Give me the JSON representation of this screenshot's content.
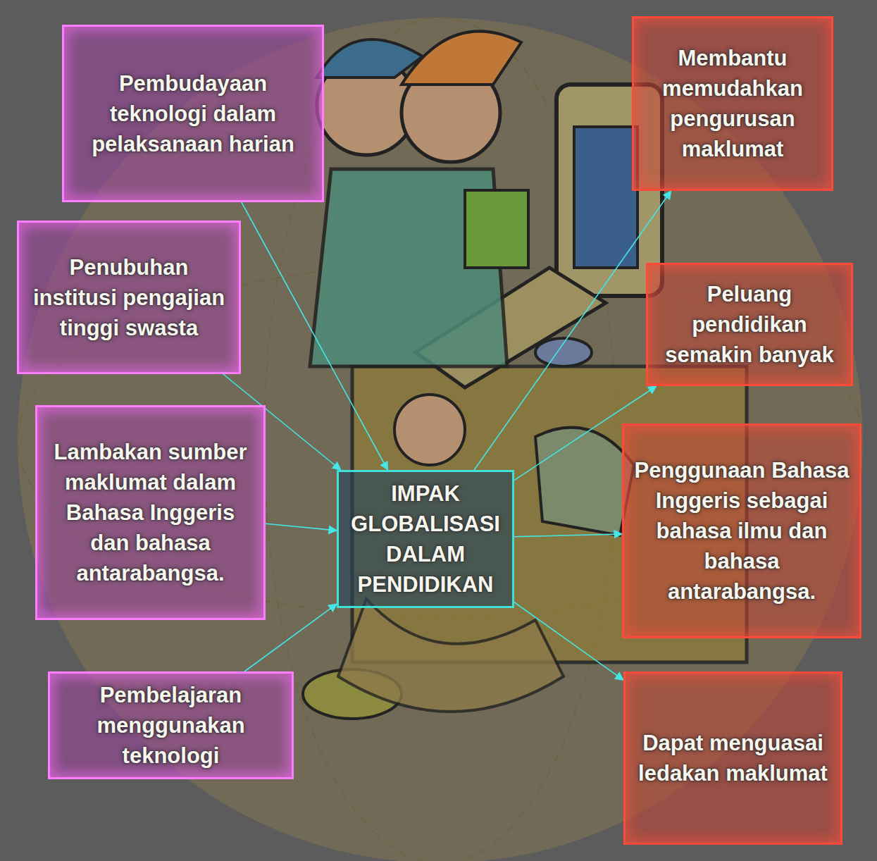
{
  "diagram": {
    "nodes": [
      {
        "text": [
          "Pembudayaan teknologi dalam pelaksanaan harian"
        ]
      },
      {
        "text": [
          "Penubuhan institusi pengajian tinggi swasta"
        ]
      },
      {
        "text": [
          "Lambakan sumber maklumat dalam Bahasa Inggeris dan bahasa antarabangsa."
        ]
      },
      {
        "text": [
          "Pembelajaran menggunakan teknologi"
        ]
      },
      {
        "text": [
          "IMPAK GLOBALISASI DALAM PENDIDIKAN"
        ]
      },
      {
        "text": [
          "Membantu memudahkan pengurusan maklumat"
        ]
      },
      {
        "text": [
          "Peluang pendidikan semakin banyak"
        ]
      },
      {
        "text": [
          "Penggunaan Bahasa Inggeris sebagai bahasa ilmu dan bahasa antarabangsa."
        ]
      },
      {
        "text": [
          "Dapat menguasai ledakan maklumat"
        ]
      }
    ],
    "edges": [
      {
        "from": 0,
        "to": 4,
        "arrow": "to"
      },
      {
        "from": 1,
        "to": 4,
        "arrow": "to"
      },
      {
        "from": 2,
        "to": 4,
        "arrow": "to"
      },
      {
        "from": 3,
        "to": 4,
        "arrow": "to"
      },
      {
        "from": 4,
        "to": 5,
        "arrow": "to"
      },
      {
        "from": 4,
        "to": 6,
        "arrow": "to"
      },
      {
        "from": 4,
        "to": 7,
        "arrow": "to"
      },
      {
        "from": 4,
        "to": 8,
        "arrow": "to"
      }
    ]
  }
}
